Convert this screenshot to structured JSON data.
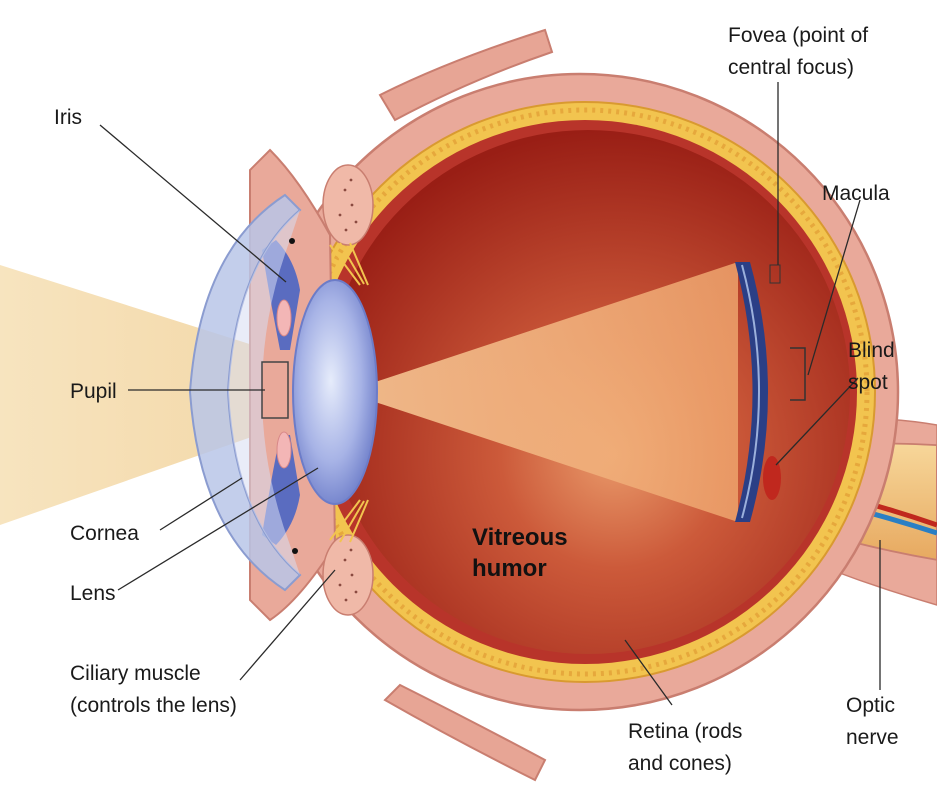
{
  "diagram": {
    "labels": {
      "iris": "Iris",
      "pupil": "Pupil",
      "cornea": "Cornea",
      "lens": "Lens",
      "ciliary_line1": "Ciliary muscle",
      "ciliary_line2": "(controls the lens)",
      "fovea_line1": "Fovea (point of",
      "fovea_line2": "central focus)",
      "macula": "Macula",
      "blind_line1": "Blind",
      "blind_line2": "spot",
      "optic_line1": "Optic",
      "optic_line2": "nerve",
      "retina_line1": "Retina (rods",
      "retina_line2": "and cones)",
      "vitreous_line1": "Vitreous",
      "vitreous_line2": "humor"
    },
    "colors": {
      "sclera": "#e9a99a",
      "sclera_edge": "#c97e70",
      "retina_layer": "#f2c44f",
      "choroid": "#b8342a",
      "vitreous_dark": "#9c1f15",
      "vitreous_light": "#e8a070",
      "cornea": "#b9c6e8",
      "lens": "#8f9fd8",
      "light_beam": "#f7e6c4",
      "nerve_red": "#c0281e",
      "nerve_blue": "#2a7fc4",
      "text": "#1a1a1a"
    }
  }
}
